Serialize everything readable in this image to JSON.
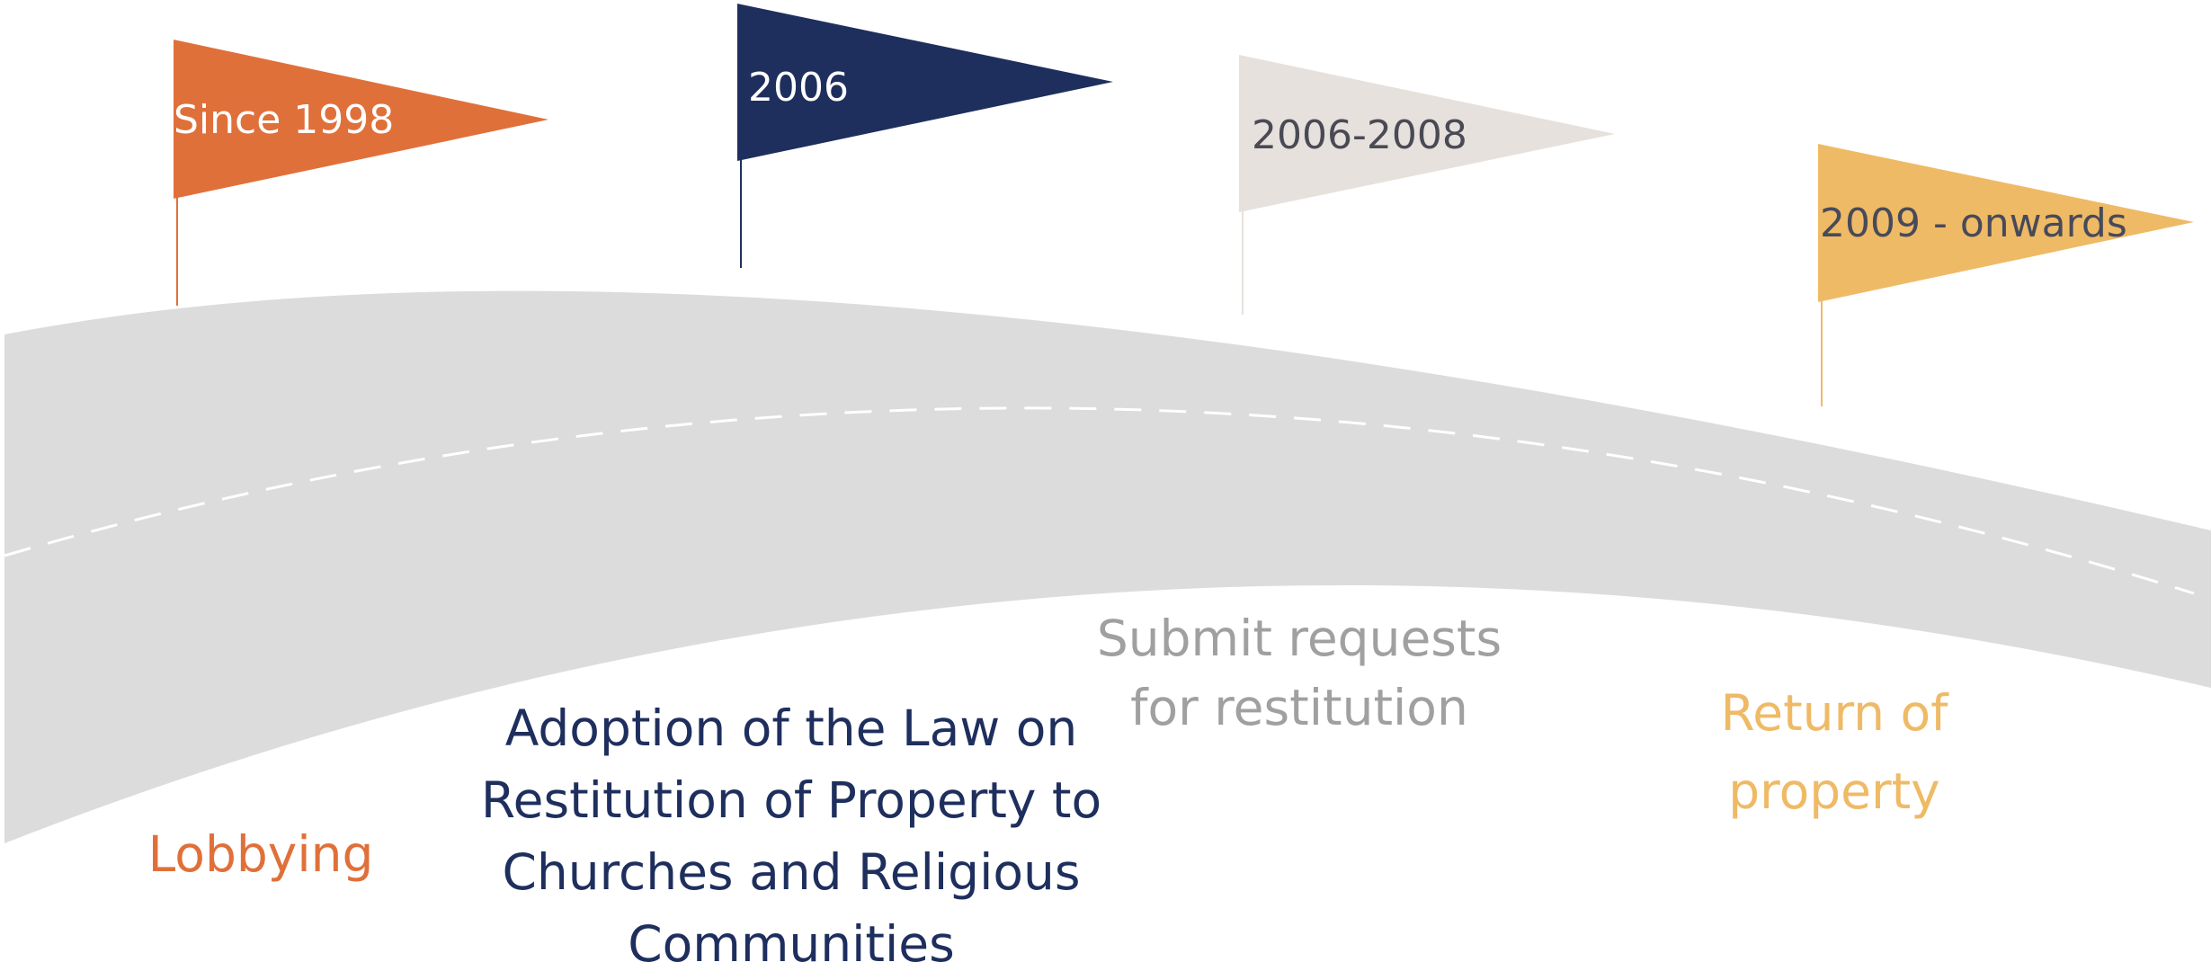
{
  "colors": {
    "road": "#dcdcdc",
    "road_dash": "#ffffff",
    "orange": "#e0703a",
    "navy": "#1e2f5e",
    "beige": "#e6e1dc",
    "beige_text": "#4a4a55",
    "gold": "#efba66",
    "gold_text": "#474a5a",
    "grey_text": "#a0a0a0",
    "gold_desc": "#efba66"
  },
  "milestones": [
    {
      "period": "Since 1998",
      "description": [
        "Lobbying"
      ]
    },
    {
      "period": "2006",
      "description": [
        "Adoption of the Law on",
        "Restitution of Property to",
        "Churches and Religious",
        "Communities"
      ]
    },
    {
      "period": "2006-2008",
      "description": [
        "Submit requests",
        "for restitution"
      ]
    },
    {
      "period": "2009 - onwards",
      "description": [
        "Return of",
        "property"
      ]
    }
  ]
}
